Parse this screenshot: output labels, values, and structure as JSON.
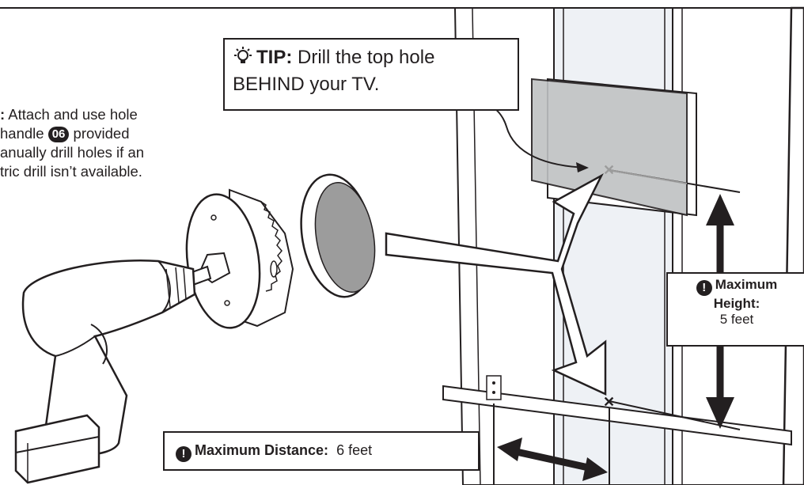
{
  "tip": {
    "label": "TIP:",
    "line1": "Drill the top hole",
    "line2": "BEHIND your TV."
  },
  "side_note": {
    "line1_prefix": ":",
    "line1": "Attach and use hole",
    "line2_prefix": "handle",
    "badge": "06",
    "line2_suffix": "provided",
    "line3": "anually drill holes if an",
    "line4": "tric drill isn’t available."
  },
  "max_height": {
    "label": "Maximum",
    "label2": "Height:",
    "value": "5 feet"
  },
  "max_distance": {
    "label": "Maximum Distance:",
    "value": "6 feet"
  },
  "icons": {
    "tip": "lightbulb-icon",
    "warning": "exclamation-circle-icon"
  },
  "colors": {
    "ink": "#231f20",
    "tv_fill": "#bfc1c3",
    "wall_tint": "#eef1f5",
    "hole_fill": "#9c9c9c"
  }
}
